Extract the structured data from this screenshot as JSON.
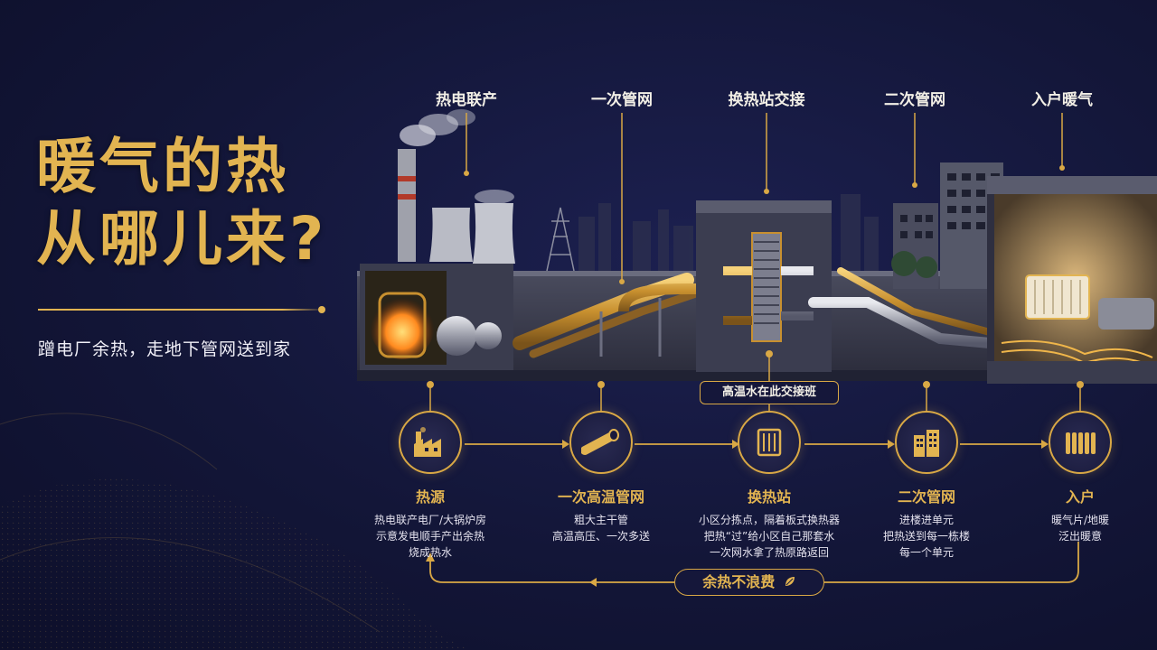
{
  "title": {
    "line1": "暖气的热",
    "line2": "从哪儿来?"
  },
  "subtitle": "蹭电厂余热，走地下管网送到家",
  "stages": [
    {
      "label": "热电联产"
    },
    {
      "label": "一次管网"
    },
    {
      "label": "换热站交接"
    },
    {
      "label": "二次管网"
    },
    {
      "label": "入户暖气"
    }
  ],
  "swap_label": "高温水在此交接班",
  "steps": [
    {
      "icon": "factory-icon",
      "title": "热源",
      "desc": [
        "热电联产电厂/大锅炉房",
        "示意发电顺手产出余热",
        "烧成热水"
      ]
    },
    {
      "icon": "pipe-icon",
      "title": "一次高温管网",
      "desc": [
        "粗大主干管",
        "高温高压、一次多送"
      ]
    },
    {
      "icon": "heat-exchanger-icon",
      "title": "换热站",
      "desc": [
        "小区分拣点，隔着板式换热器",
        "把热“过”给小区自己那套水",
        "一次网水拿了热原路返回"
      ]
    },
    {
      "icon": "building-icon",
      "title": "二次管网",
      "desc": [
        "进楼进单元",
        "把热送到每一栋楼",
        "每一个单元"
      ]
    },
    {
      "icon": "radiator-icon",
      "title": "入户",
      "desc": [
        "暖气片/地暖",
        "泛出暖意"
      ]
    }
  ],
  "return_label": "余热不浪费",
  "colors": {
    "accent": "#e2b451",
    "background": "#131638"
  }
}
